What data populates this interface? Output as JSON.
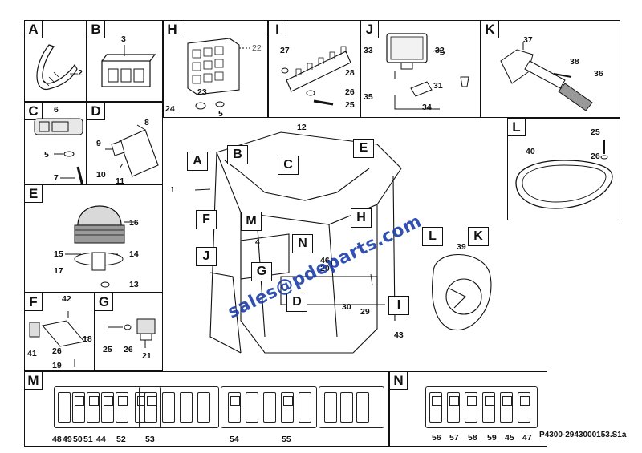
{
  "panels": {
    "A": {
      "letter": "A",
      "labels": [
        "2"
      ]
    },
    "B": {
      "letter": "B",
      "labels": [
        "3"
      ]
    },
    "C": {
      "letter": "C",
      "labels": [
        "6",
        "5",
        "7"
      ]
    },
    "D": {
      "letter": "D",
      "labels": [
        "8",
        "9",
        "10",
        "11"
      ]
    },
    "E": {
      "letter": "E",
      "labels": [
        "16",
        "15",
        "14",
        "17",
        "13"
      ]
    },
    "F": {
      "letter": "F",
      "labels": [
        "42",
        "41",
        "18",
        "26",
        "19"
      ]
    },
    "G": {
      "letter": "G",
      "labels": [
        "25",
        "26",
        "21"
      ]
    },
    "H": {
      "letter": "H",
      "labels": [
        "22",
        "23",
        "24",
        "5"
      ]
    },
    "I": {
      "letter": "I",
      "labels": [
        "27",
        "28",
        "26",
        "25"
      ]
    },
    "J": {
      "letter": "J",
      "labels": [
        "33",
        "32",
        "31",
        "35",
        "34"
      ]
    },
    "K": {
      "letter": "K",
      "labels": [
        "37",
        "38",
        "36"
      ]
    },
    "L": {
      "letter": "L",
      "labels": [
        "25",
        "40",
        "26"
      ]
    },
    "M": {
      "letter": "M",
      "labels": [
        "48",
        "49",
        "50",
        "51",
        "44",
        "52",
        "53",
        "54",
        "55"
      ]
    },
    "N": {
      "letter": "N",
      "labels": [
        "56",
        "57",
        "58",
        "59",
        "45",
        "47"
      ]
    }
  },
  "main": {
    "callouts": [
      "A",
      "B",
      "C",
      "E",
      "F",
      "M",
      "N",
      "H",
      "J",
      "G",
      "D",
      "I",
      "L",
      "K"
    ],
    "labels": [
      "12",
      "1",
      "4",
      "46",
      "20",
      "30",
      "29",
      "43",
      "39"
    ]
  },
  "watermark": "sales@pdeparts.com",
  "reference": "P4300-2943000153.S1a"
}
